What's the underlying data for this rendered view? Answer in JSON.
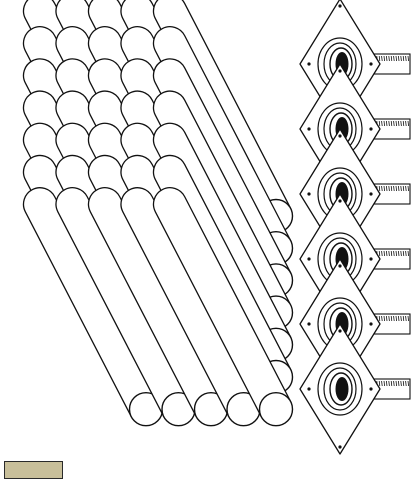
{
  "image": {
    "subject": "bundle-of-tubes-and-flange-connectors",
    "colors": {
      "background": "#ffffff",
      "stroke": "#111111",
      "fill": "#ffffff",
      "swatch": "#c8bf9a"
    }
  },
  "tube_bundle": {
    "rows": 7,
    "columns": 5,
    "icon": "tube-end-circle"
  },
  "connectors": {
    "count": 6,
    "icon": "diamond-flange-with-threaded-pipe"
  }
}
